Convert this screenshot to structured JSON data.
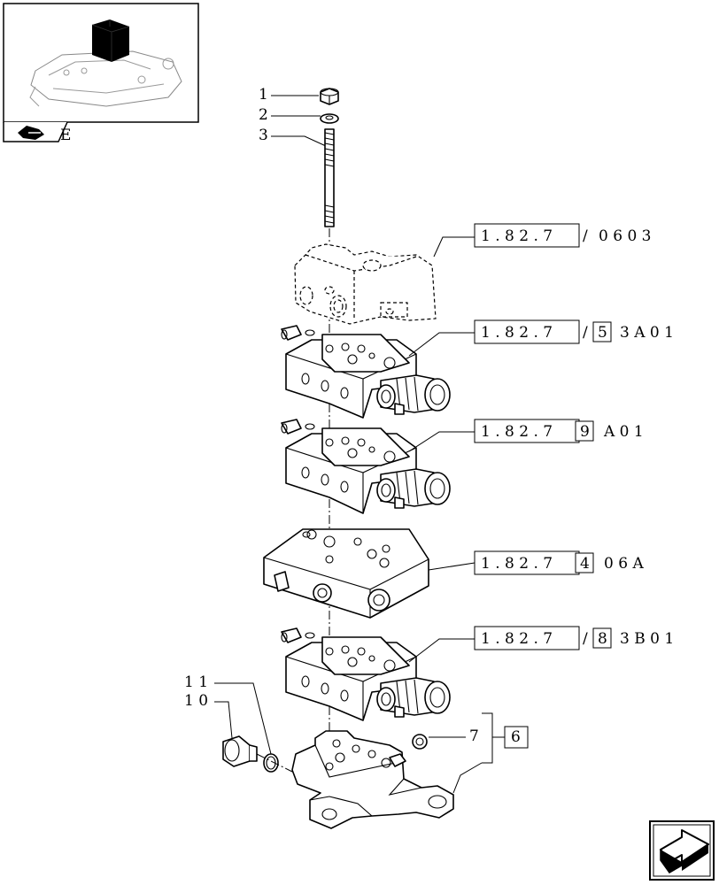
{
  "labels": {
    "item_1": "1",
    "item_2": "2",
    "item_3": "3",
    "item_6": "6",
    "item_7": "7",
    "item_10": "1 0",
    "item_11": "1 1",
    "thumb_tag": "E"
  },
  "refs": [
    {
      "a": "1 . 8 2 . 7",
      "sep": "/",
      "b": "0 6   0 3"
    },
    {
      "a": "1 . 8 2 . 7",
      "sep": "/",
      "boxed": "5",
      "b": "3 A   0 1"
    },
    {
      "a": "1 . 8 2 . 7",
      "boxed": "9",
      "b": "A   0 1"
    },
    {
      "a": "1 . 8 2 . 7",
      "boxed": "4",
      "b": "0 6 A"
    },
    {
      "a": "1 . 8 2 . 7",
      "sep": "/",
      "boxed": "8",
      "b": "3 B   0 1"
    }
  ],
  "icons": [
    "thumbnail-tractor",
    "book-icon",
    "next-page-arrow-icon"
  ]
}
